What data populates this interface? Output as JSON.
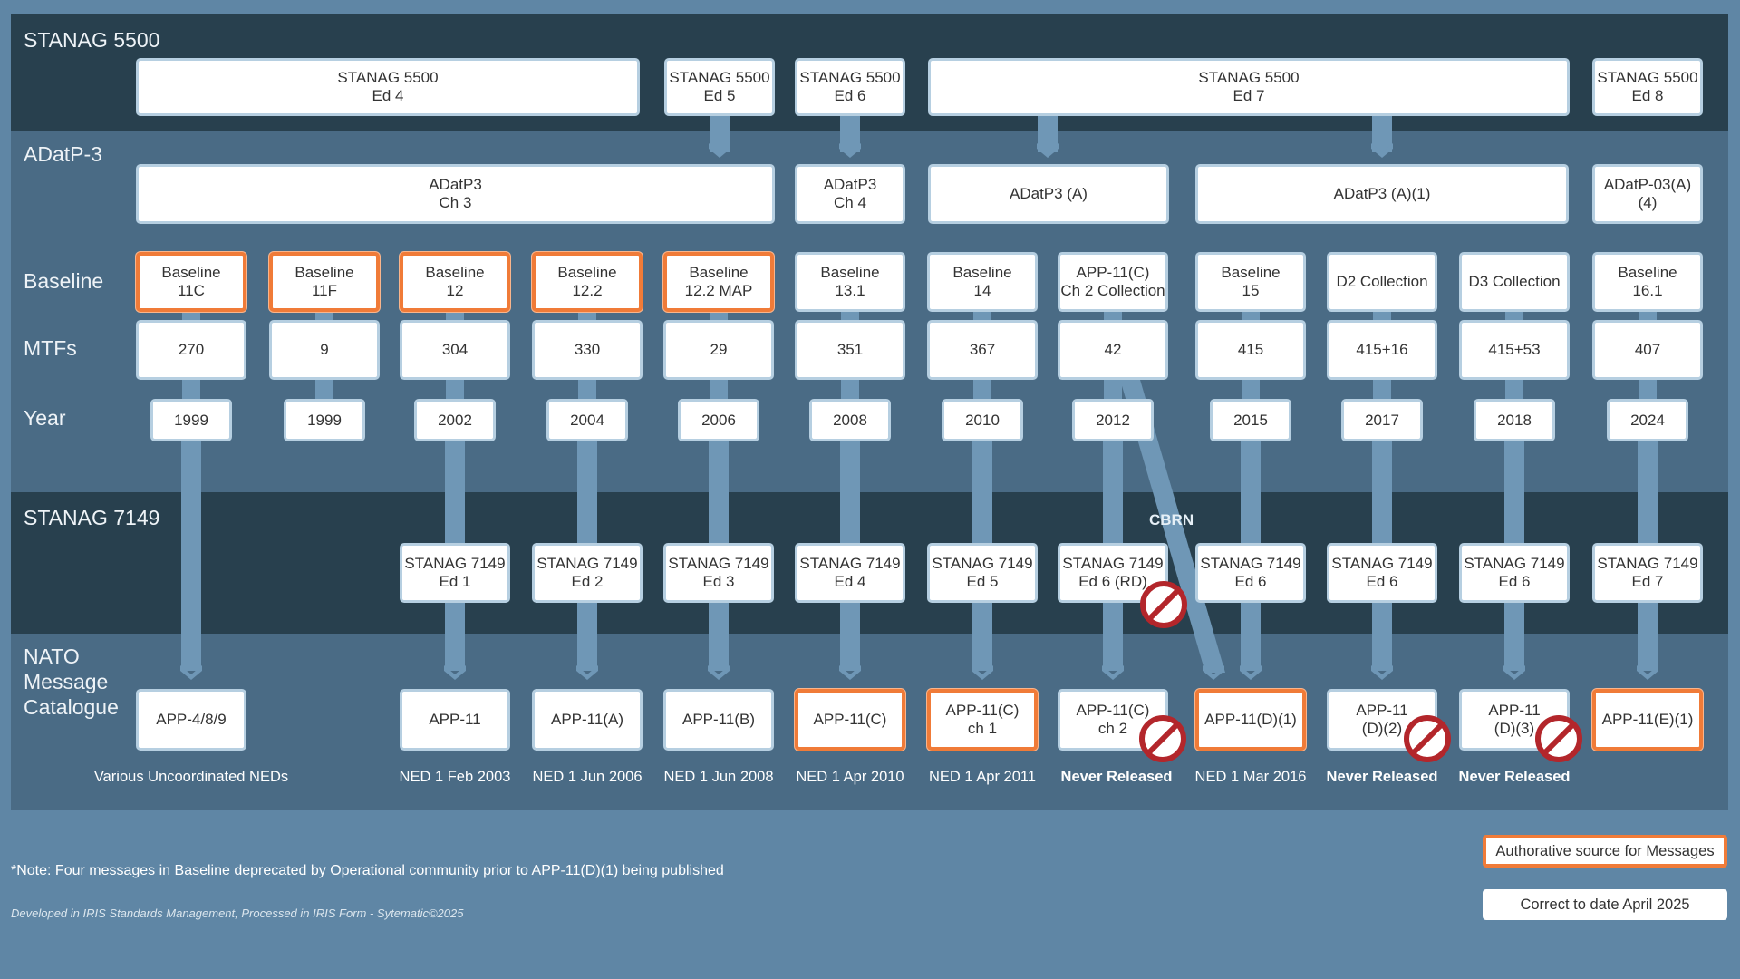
{
  "rows": {
    "stanag5500": "STANAG 5500",
    "adatp3": "ADatP-3",
    "baseline": "Baseline",
    "mtfs": "MTFs",
    "year": "Year",
    "stanag7149": "STANAG 7149",
    "catalogue": "NATO\nMessage\nCatalogue"
  },
  "stanag5500": [
    "STANAG 5500\nEd 4",
    "STANAG 5500\nEd 5",
    "STANAG 5500\nEd 6",
    "STANAG 5500\nEd 7",
    "STANAG 5500\nEd 8"
  ],
  "adatp3": [
    "ADatP3\nCh 3",
    "ADatP3\nCh 4",
    "ADatP3 (A)",
    "ADatP3 (A)(1)",
    "ADatP-03(A)(4)"
  ],
  "baselines": [
    "Baseline\n11C",
    "Baseline\n11F",
    "Baseline\n12",
    "Baseline\n12.2",
    "Baseline\n12.2 MAP",
    "Baseline\n13.1",
    "Baseline\n14",
    "APP-11(C)\nCh 2 Collection",
    "Baseline\n15",
    "D2 Collection",
    "D3 Collection",
    "Baseline\n16.1"
  ],
  "baselines_authoritative": [
    true,
    true,
    true,
    true,
    true,
    false,
    false,
    false,
    false,
    false,
    false,
    false
  ],
  "mtfs": [
    "270",
    "9",
    "304",
    "330",
    "29",
    "351",
    "367",
    "42",
    "415",
    "415+16",
    "415+53",
    "407"
  ],
  "years": [
    "1999",
    "1999",
    "2002",
    "2004",
    "2006",
    "2008",
    "2010",
    "2012",
    "2015",
    "2017",
    "2018",
    "2024"
  ],
  "stanag7149": [
    "STANAG 7149\nEd 1",
    "STANAG 7149\nEd 2",
    "STANAG 7149\nEd 3",
    "STANAG 7149\nEd 4",
    "STANAG 7149\nEd 5",
    "STANAG 7149\nEd 6 (RD)",
    "STANAG 7149\nEd 6",
    "STANAG 7149\nEd 6",
    "STANAG 7149\nEd 6",
    "STANAG 7149\nEd 7"
  ],
  "catalogue": [
    "APP-4/8/9",
    "APP-11",
    "APP-11(A)",
    "APP-11(B)",
    "APP-11(C)",
    "APP-11(C)\nch 1",
    "APP-11(C)\nch 2",
    "APP-11(D)(1)",
    "APP-11\n(D)(2)",
    "APP-11\n(D)(3)",
    "APP-11(E)(1)"
  ],
  "catalogue_authoritative": [
    false,
    false,
    false,
    false,
    true,
    true,
    false,
    true,
    false,
    false,
    true
  ],
  "catalogue_not_released": [
    false,
    false,
    false,
    false,
    false,
    false,
    true,
    false,
    true,
    true,
    false
  ],
  "ned_notes": [
    "Various Uncoordinated NEDs",
    "NED 1 Feb 2003",
    "NED 1 Jun 2006",
    "NED 1 Jun 2008",
    "NED 1 Apr 2010",
    "NED 1 Apr 2011",
    "Never Released",
    "NED 1 Mar 2016",
    "Never Released",
    "Never Released"
  ],
  "ned_bold": [
    false,
    false,
    false,
    false,
    false,
    false,
    true,
    false,
    true,
    true
  ],
  "cbrn_label": "CBRN",
  "footnote": "*Note: Four messages in Baseline deprecated by Operational community prior to APP-11(D)(1) being published",
  "credit": "Developed in IRIS Standards Management, Processed in IRIS Form - Sytematic©2025",
  "legend": {
    "authoritative": "Authorative source for Messages",
    "date": "Correct to date April 2025"
  },
  "colors": {
    "background": "#5f86a5",
    "dark_band": "#28404e",
    "mid_band": "#4a6b85",
    "authoritative_border": "#f07b38",
    "normal_border": "#b6cfe1",
    "not_released_sign": "#b3262b"
  },
  "icons": {
    "not_released": "no-entry-icon",
    "flow": "chevron-down-arrow-icon"
  }
}
